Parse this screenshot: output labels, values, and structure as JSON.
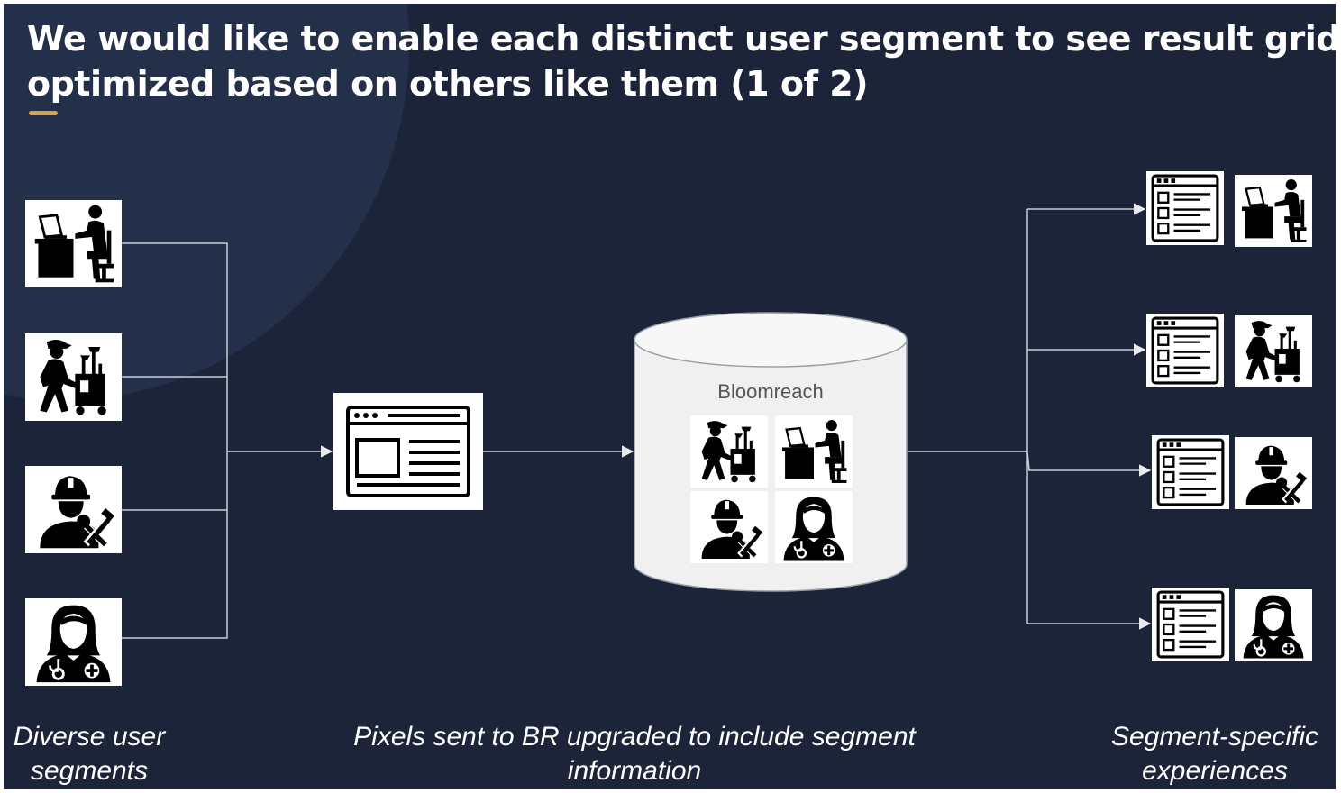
{
  "title": {
    "line1": "We would like to enable each distinct user segment to see result grids",
    "line2": "optimized based on others like them (1 of 2)"
  },
  "colors": {
    "background": "#1c2439",
    "accent": "#d6a44a",
    "lines": "#c8ccd6",
    "cylinder": "#f0f0f0"
  },
  "database": {
    "label": "Bloomreach"
  },
  "segments": [
    "office-worker-icon",
    "cleaner-icon",
    "construction-worker-icon",
    "doctor-icon"
  ],
  "captions": {
    "left": "Diverse user segments",
    "middle": "Pixels sent to BR upgraded to include segment information",
    "right": "Segment-specific experiences"
  }
}
